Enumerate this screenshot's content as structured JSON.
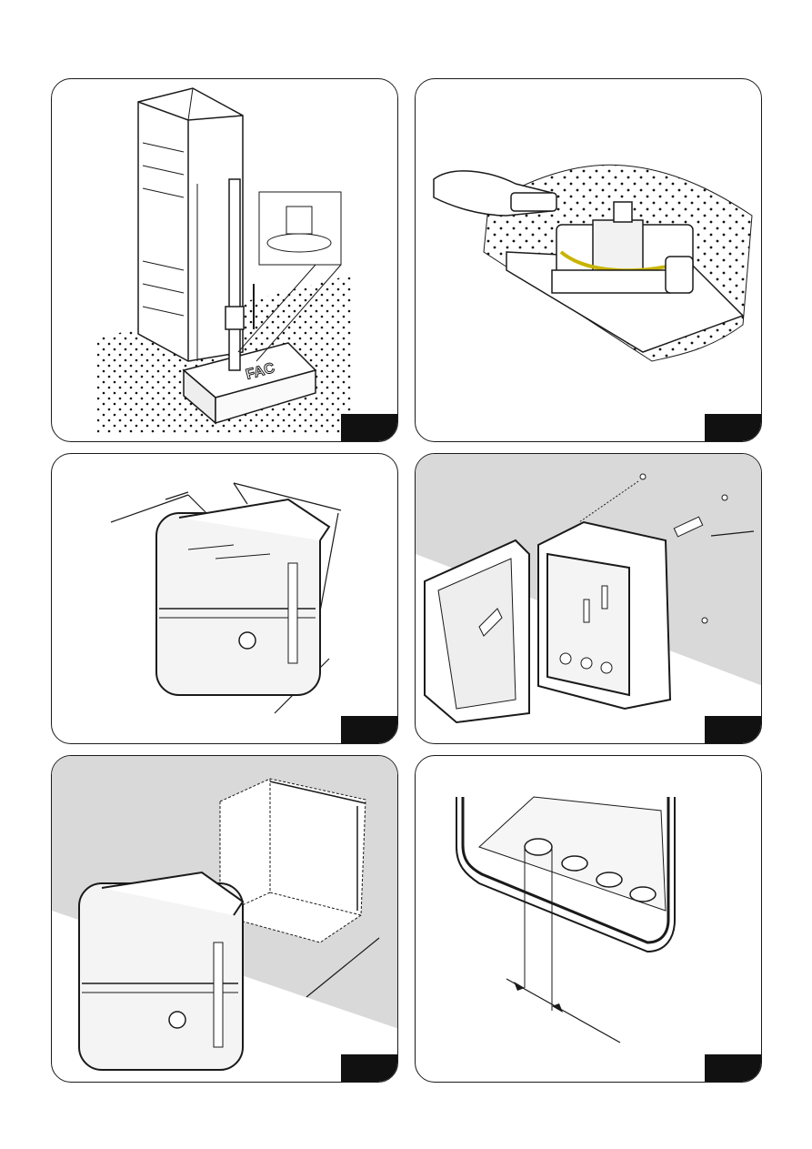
{
  "figures": [
    {
      "id": "fig-1",
      "subject": "column-with-pump-on-base",
      "icon": "installation-column-icon"
    },
    {
      "id": "fig-2",
      "subject": "hydraulic-pump-filling",
      "icon": "pump-oil-fill-icon"
    },
    {
      "id": "fig-3",
      "subject": "control-box-dimensions",
      "icon": "dimension-box-icon"
    },
    {
      "id": "fig-4",
      "subject": "open-control-box-wall-fixing",
      "icon": "wall-mount-icon"
    },
    {
      "id": "fig-5",
      "subject": "control-box-wall-clearance",
      "icon": "clearance-icon"
    },
    {
      "id": "fig-6",
      "subject": "cable-entry-detail",
      "icon": "cable-hole-icon"
    }
  ],
  "colors": {
    "line": "#1a1a1a",
    "tag": "#111111",
    "wall": "#d9d9d9"
  }
}
